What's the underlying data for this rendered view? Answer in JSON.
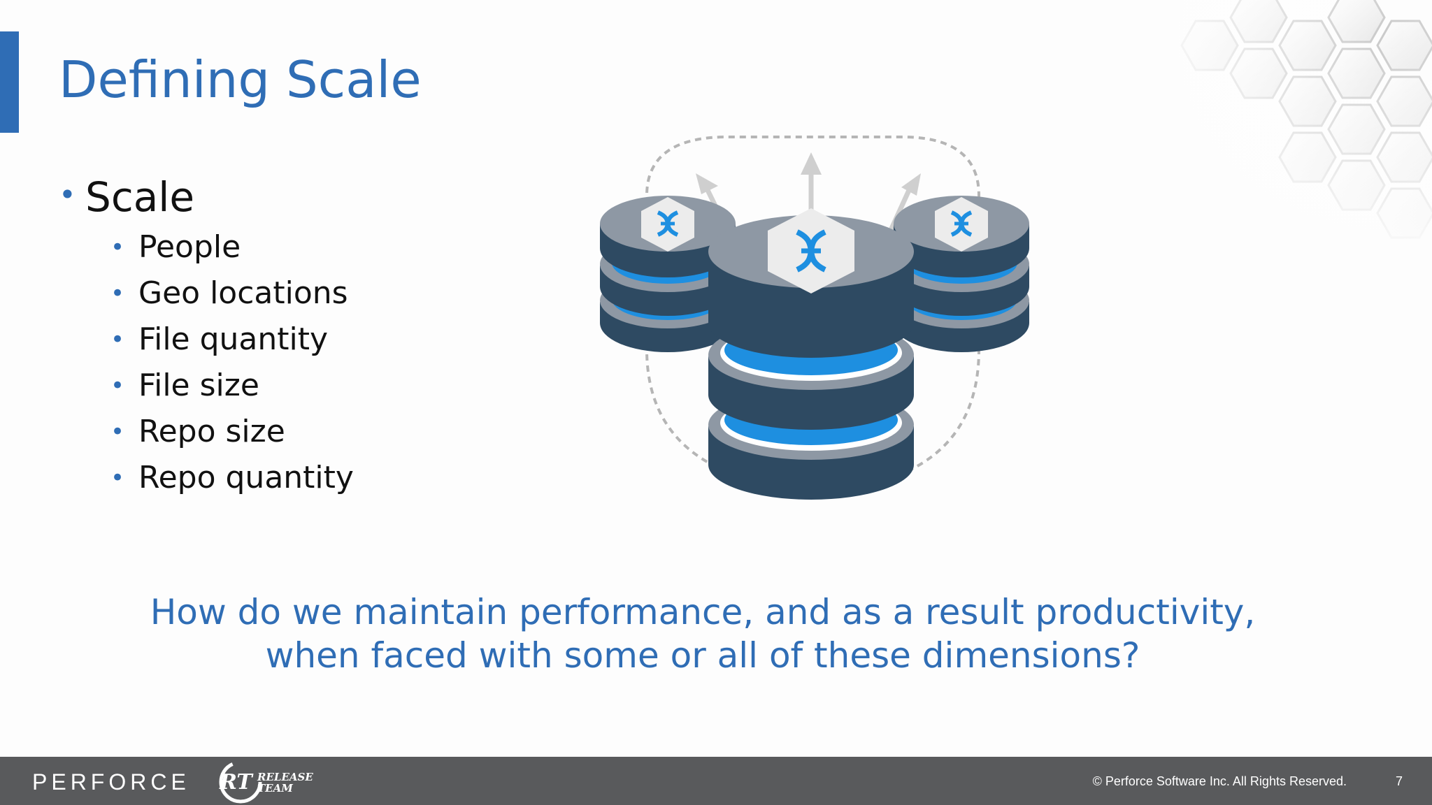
{
  "slide": {
    "title": "Defining Scale",
    "main_bullet": "Scale",
    "sub_bullets": [
      "People",
      "Geo locations",
      "File quantity",
      "File size",
      "Repo size",
      "Repo quantity"
    ],
    "question_lines": [
      "How do we maintain performance, and as a result productivity,",
      "when faced with some or all of these dimensions?"
    ],
    "illustration_icon": "scaling-database-servers-icon",
    "decoration_icon": "hexagon-pattern-icon"
  },
  "footer": {
    "brand": "PERFORCE",
    "partner_logo_text": "RT RELEASE TEAM",
    "copyright": "© Perforce Software Inc. All Rights Reserved.",
    "page_number": "7"
  },
  "colors": {
    "accent": "#2f6db5",
    "footer_bg": "#595a5c",
    "db_blue": "#1e8fe0",
    "db_dark": "#2e4a62",
    "db_gray": "#8e98a4"
  }
}
